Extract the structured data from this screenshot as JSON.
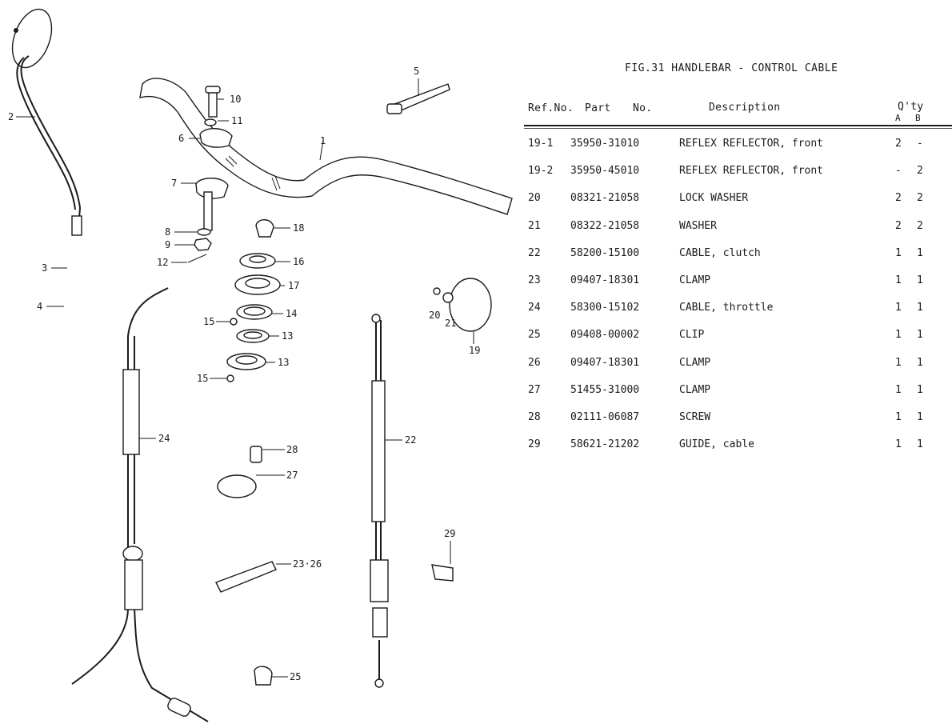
{
  "figure": {
    "title": "FIG.31  HANDLEBAR - CONTROL CABLE"
  },
  "table": {
    "headers": {
      "ref_no": "Ref.No.",
      "part": "Part",
      "no": "No.",
      "description": "Description",
      "qty": "Q'ty",
      "qty_a": "A",
      "qty_b": "B"
    },
    "rows": [
      {
        "ref": "19-1",
        "part_no": "35950-31010",
        "description": "REFLEX REFLECTOR, front",
        "qty_a": "2",
        "qty_b": "-"
      },
      {
        "ref": "19-2",
        "part_no": "35950-45010",
        "description": "REFLEX REFLECTOR, front",
        "qty_a": "-",
        "qty_b": "2"
      },
      {
        "ref": "20",
        "part_no": "08321-21058",
        "description": "LOCK WASHER",
        "qty_a": "2",
        "qty_b": "2"
      },
      {
        "ref": "21",
        "part_no": "08322-21058",
        "description": "WASHER",
        "qty_a": "2",
        "qty_b": "2"
      },
      {
        "ref": "22",
        "part_no": "58200-15100",
        "description": "CABLE, clutch",
        "qty_a": "1",
        "qty_b": "1"
      },
      {
        "ref": "23",
        "part_no": "09407-18301",
        "description": "CLAMP",
        "qty_a": "1",
        "qty_b": "1"
      },
      {
        "ref": "24",
        "part_no": "58300-15102",
        "description": "CABLE, throttle",
        "qty_a": "1",
        "qty_b": "1"
      },
      {
        "ref": "25",
        "part_no": "09408-00002",
        "description": "CLIP",
        "qty_a": "1",
        "qty_b": "1"
      },
      {
        "ref": "26",
        "part_no": "09407-18301",
        "description": "CLAMP",
        "qty_a": "1",
        "qty_b": "1"
      },
      {
        "ref": "27",
        "part_no": "51455-31000",
        "description": "CLAMP",
        "qty_a": "1",
        "qty_b": "1"
      },
      {
        "ref": "28",
        "part_no": "02111-06087",
        "description": "SCREW",
        "qty_a": "1",
        "qty_b": "1"
      },
      {
        "ref": "29",
        "part_no": "58621-21202",
        "description": "GUIDE, cable",
        "qty_a": "1",
        "qty_b": "1"
      }
    ]
  },
  "callouts": {
    "c1": "1",
    "c2": "2",
    "c3": "3",
    "c4": "4",
    "c5": "5",
    "c6": "6",
    "c7": "7",
    "c8": "8",
    "c9": "9",
    "c10": "10",
    "c11": "11",
    "c12": "12",
    "c13a": "13",
    "c13b": "13",
    "c14": "14",
    "c15a": "15",
    "c15b": "15",
    "c16": "16",
    "c17": "17",
    "c18": "18",
    "c19": "19",
    "c20": "20",
    "c21": "21",
    "c22": "22",
    "c24": "24",
    "c25": "25",
    "c27": "27",
    "c28": "28",
    "c29": "29",
    "c23_26": "23·26"
  }
}
